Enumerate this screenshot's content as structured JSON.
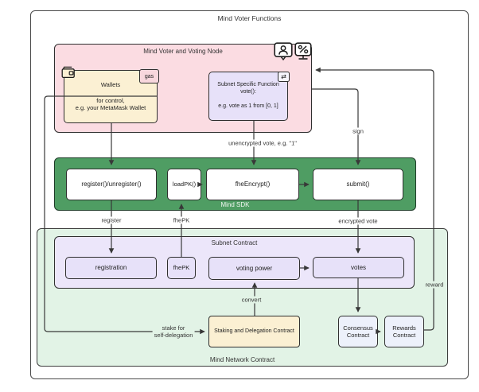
{
  "title": "Mind Voter Functions",
  "colors": {
    "node_bg": "#fbdce2",
    "wallet_bg": "#fbf0d3",
    "function_bg": "#e7e1f9",
    "sdk_bg": "#4f9d63",
    "network_bg": "#e2f3e6",
    "subnet_bg": "#ece6fa",
    "contract_bg": "#edf1fb",
    "line": "#383838"
  },
  "node": {
    "label": "Mind Voter and Voting Node",
    "wallets": {
      "label": "Wallets",
      "line1": "for control,",
      "line2": "e.g. your MetaMask Wallet",
      "badge": "gas"
    },
    "subnet_fn": {
      "line1": "Subnet Specific Function",
      "line2": "vote():",
      "line3": "e.g. vote as 1 from [0, 1]",
      "sync_glyph": "⇄"
    }
  },
  "sdk": {
    "label": "Mind SDK",
    "boxes": [
      "register()/unregister()",
      "loadPK()",
      "fheEncrypt()",
      "submit()"
    ]
  },
  "network": {
    "label": "Mind Network Contract",
    "subnet_contract": {
      "label": "Subnet Contract",
      "boxes": [
        "registration",
        "fhePK",
        "voting power",
        "votes"
      ]
    },
    "staking": "Staking and Delegation Contract",
    "consensus": [
      "Consensus",
      "Contract"
    ],
    "rewards": [
      "Rewards",
      "Contract"
    ]
  },
  "edge_labels": {
    "unencrypted": "unencrypted vote, e.g. \"1\"",
    "sign": "sign",
    "register": "register",
    "fhepk": "fhePK",
    "encrypted": "encrypted vote",
    "stake1": "stake for",
    "stake2": "self-delegation",
    "convert": "convert",
    "reward": "reward"
  }
}
